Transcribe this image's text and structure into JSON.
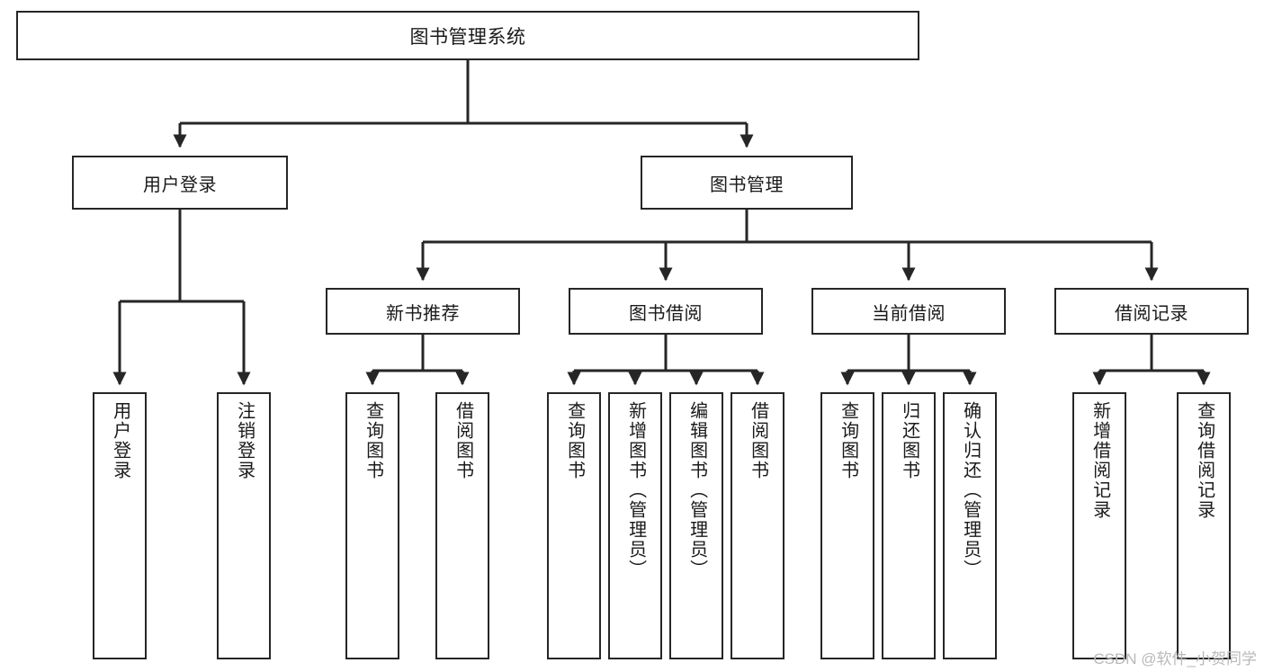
{
  "diagram": {
    "title": "图书管理系统",
    "type": "tree-hierarchy-chart",
    "root": {
      "label": "图书管理系统"
    },
    "level2": [
      {
        "label": "用户登录"
      },
      {
        "label": "图书管理"
      }
    ],
    "level3": [
      {
        "label": "新书推荐"
      },
      {
        "label": "图书借阅"
      },
      {
        "label": "当前借阅"
      },
      {
        "label": "借阅记录"
      }
    ],
    "leaves": [
      {
        "label": "用户登录"
      },
      {
        "label": "注销登录"
      },
      {
        "label": "查询图书"
      },
      {
        "label": "借阅图书"
      },
      {
        "label": "查询图书"
      },
      {
        "label": "新增图书（管理员）"
      },
      {
        "label": "编辑图书（管理员）"
      },
      {
        "label": "借阅图书"
      },
      {
        "label": "查询图书"
      },
      {
        "label": "归还图书"
      },
      {
        "label": "确认归还（管理员）"
      },
      {
        "label": "新增借阅记录"
      },
      {
        "label": "查询借阅记录"
      }
    ]
  },
  "watermark": {
    "text": "CSDN @软件_小贺同学"
  },
  "colors": {
    "stroke": "#262626",
    "background": "#ffffff",
    "text": "#1a1a1a",
    "watermark": "#b9b9b9"
  }
}
